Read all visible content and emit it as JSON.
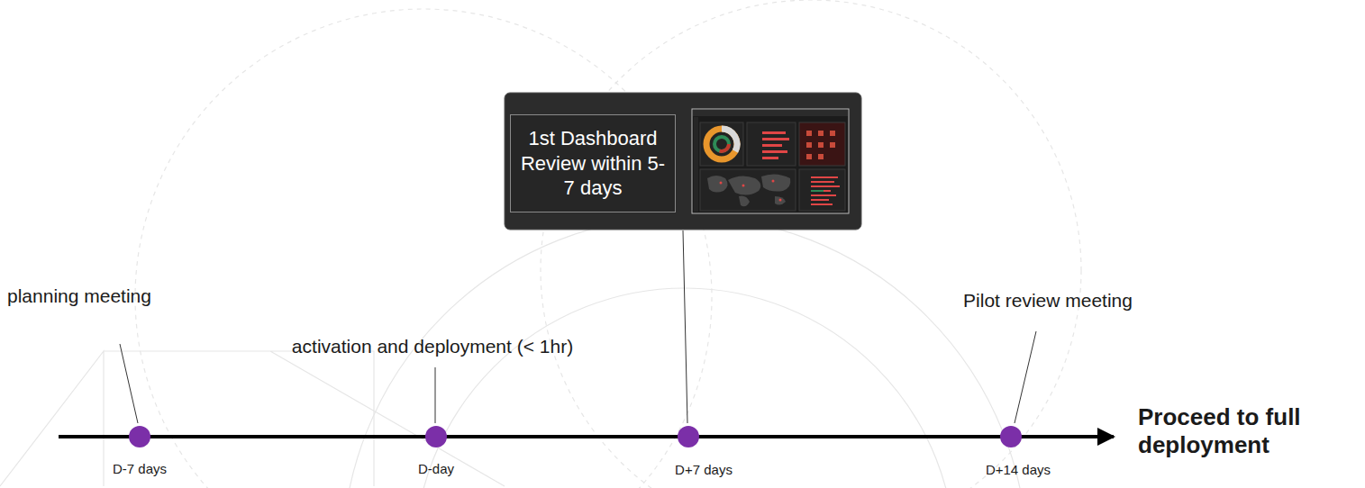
{
  "diagram": {
    "nodes": [
      {
        "text": [
          "1st Dashboard Review within 5-7 days"
        ]
      }
    ],
    "labels": [
      "planning meeting",
      "activation and deployment (< 1hr)",
      "Pilot review meeting",
      "D-7 days",
      "D-day",
      "D+7 days",
      "D+14 days",
      "Proceed to full deployment"
    ]
  }
}
